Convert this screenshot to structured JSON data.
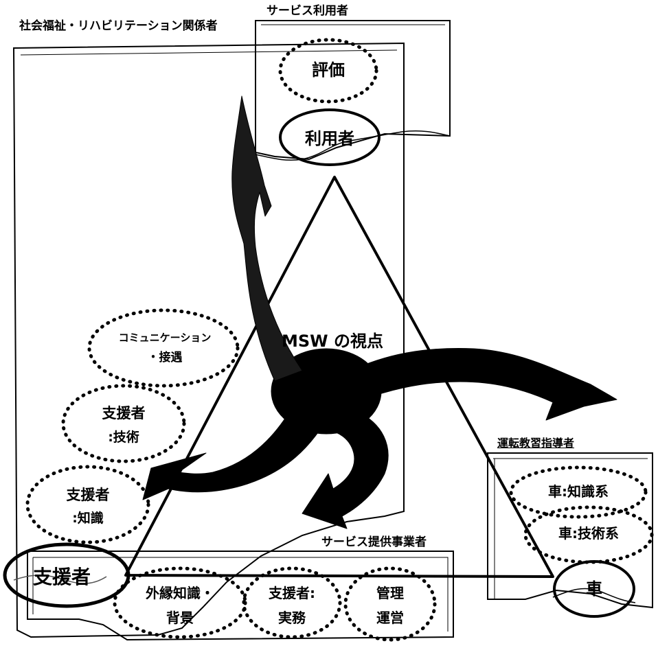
{
  "diagram": {
    "groups": {
      "stakeholders": "社会福祉・リハビリテーション関係者",
      "service_user": "サービス利用者",
      "driving_instructor": "運転教習指導者",
      "service_provider": "サービス提供事業者"
    },
    "center_label": "MSW の視点",
    "nodes": {
      "evaluation": "評価",
      "user": "利用者",
      "communication_line1": "コミュニケーション",
      "communication_line2": "・接遇",
      "support_technique_line1": "支援者",
      "support_technique_line2": ":技術",
      "support_knowledge_line1": "支援者",
      "support_knowledge_line2": ":知識",
      "supporter": "支援者",
      "peripheral_line1": "外縁知識・",
      "peripheral_line2": "背景",
      "practice_line1": "支援者:",
      "practice_line2": "実務",
      "management_line1": "管理",
      "management_line2": "運営",
      "car_knowledge": "車:知識系",
      "car_technique": "車:技術系",
      "car": "車"
    }
  }
}
